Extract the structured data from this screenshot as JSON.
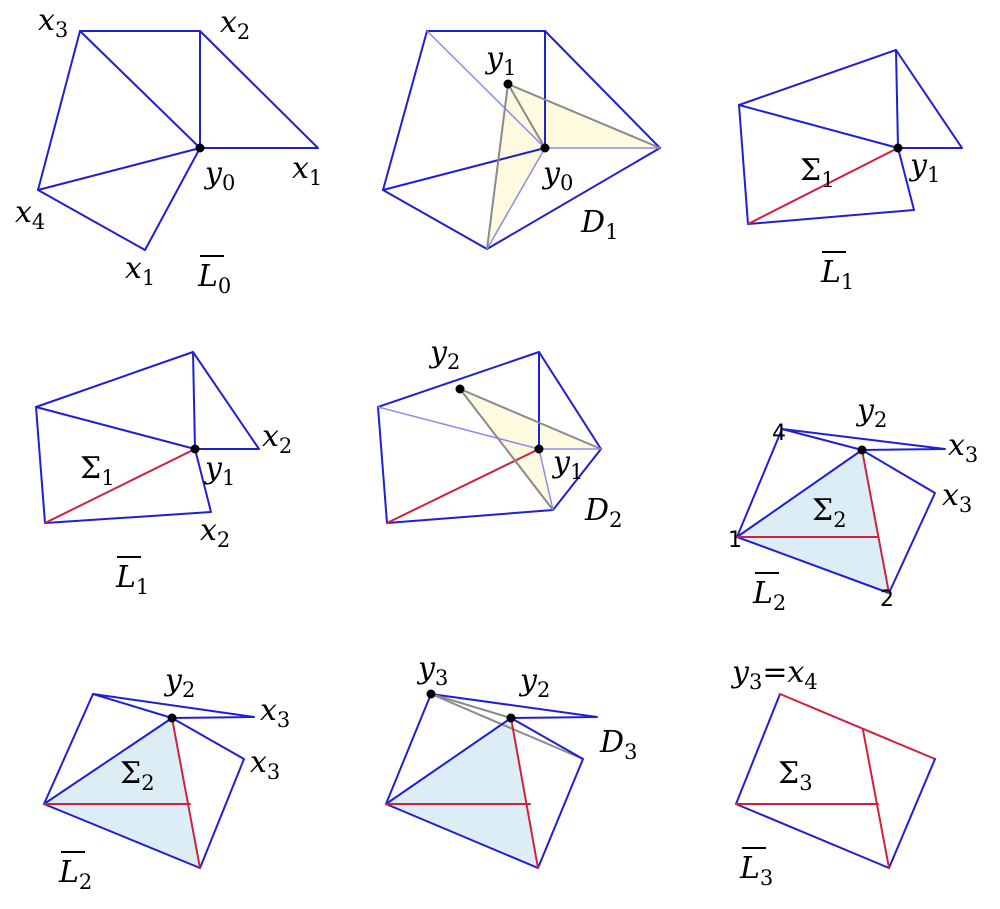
{
  "panels": [
    {
      "id": "p1",
      "labels": {
        "x3": {
          "base": "x",
          "sub": "3"
        },
        "x2": {
          "base": "x",
          "sub": "2"
        },
        "y0": {
          "base": "y",
          "sub": "0"
        },
        "x1_right": {
          "base": "x",
          "sub": "1"
        },
        "x4": {
          "base": "x",
          "sub": "4"
        },
        "x1_bottom": {
          "base": "x",
          "sub": "1"
        },
        "L0": {
          "base": "L",
          "sub": "0"
        }
      }
    },
    {
      "id": "p2",
      "labels": {
        "y1": {
          "base": "y",
          "sub": "1"
        },
        "y0": {
          "base": "y",
          "sub": "0"
        },
        "D1": {
          "base": "D",
          "sub": "1"
        }
      }
    },
    {
      "id": "p3",
      "labels": {
        "Sigma1": {
          "base": "Σ",
          "sub": "1"
        },
        "y1": {
          "base": "y",
          "sub": "1"
        },
        "L1": {
          "base": "L",
          "sub": "1"
        }
      }
    },
    {
      "id": "p4",
      "labels": {
        "Sigma1": {
          "base": "Σ",
          "sub": "1"
        },
        "x2_right": {
          "base": "x",
          "sub": "2"
        },
        "y1": {
          "base": "y",
          "sub": "1"
        },
        "x2_bottom": {
          "base": "x",
          "sub": "2"
        },
        "L1": {
          "base": "L",
          "sub": "1"
        }
      }
    },
    {
      "id": "p5",
      "labels": {
        "y2": {
          "base": "y",
          "sub": "2"
        },
        "y1": {
          "base": "y",
          "sub": "1"
        },
        "D2": {
          "base": "D",
          "sub": "2"
        }
      }
    },
    {
      "id": "p6",
      "labels": {
        "y2": {
          "base": "y",
          "sub": "2"
        },
        "x3_top": {
          "base": "x",
          "sub": "3"
        },
        "x3_right": {
          "base": "x",
          "sub": "3"
        },
        "Sigma2": {
          "base": "Σ",
          "sub": "2"
        },
        "L2": {
          "base": "L",
          "sub": "2"
        }
      },
      "vertex_numbers": {
        "v4": "4",
        "v1": "1",
        "v2": "2"
      }
    },
    {
      "id": "p7",
      "labels": {
        "y2": {
          "base": "y",
          "sub": "2"
        },
        "x3_top": {
          "base": "x",
          "sub": "3"
        },
        "x3_right": {
          "base": "x",
          "sub": "3"
        },
        "Sigma2": {
          "base": "Σ",
          "sub": "2"
        },
        "L2": {
          "base": "L",
          "sub": "2"
        }
      }
    },
    {
      "id": "p8",
      "labels": {
        "y3": {
          "base": "y",
          "sub": "3"
        },
        "y2": {
          "base": "y",
          "sub": "2"
        },
        "D3": {
          "base": "D",
          "sub": "3"
        }
      }
    },
    {
      "id": "p9",
      "labels": {
        "y3": {
          "base": "y",
          "sub": "3"
        },
        "eq": "=",
        "x4": {
          "base": "x",
          "sub": "4"
        },
        "Sigma3": {
          "base": "Σ",
          "sub": "3"
        },
        "L3": {
          "base": "L",
          "sub": "3"
        }
      }
    }
  ]
}
